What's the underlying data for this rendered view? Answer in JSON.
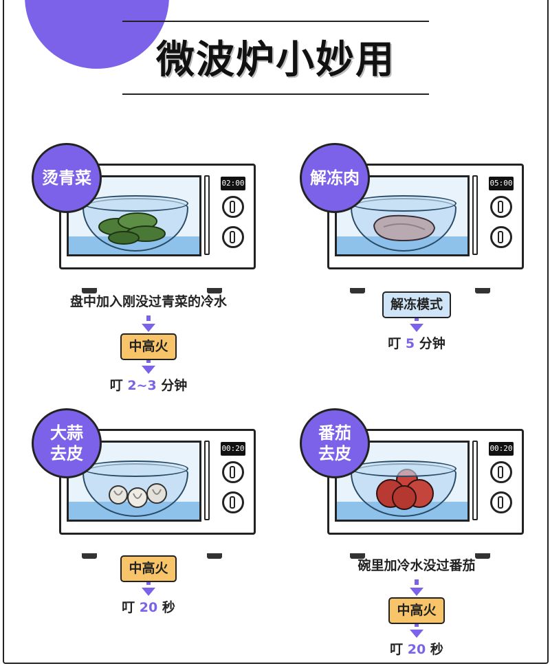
{
  "title": "微波炉小妙用",
  "cards": [
    {
      "label": "烫青菜",
      "timer": "02:00",
      "steps": [
        {
          "type": "text",
          "text": "盘中加入刚没过青菜的冷水"
        },
        {
          "type": "tag",
          "text": "中高火"
        },
        {
          "type": "time",
          "prefix": "叮 ",
          "value": "2~3",
          "suffix": " 分钟"
        }
      ]
    },
    {
      "label": "解冻肉",
      "timer": "05:00",
      "steps": [
        {
          "type": "tagblue",
          "text": "解冻模式"
        },
        {
          "type": "time",
          "prefix": "叮 ",
          "value": "5",
          "suffix": " 分钟"
        }
      ]
    },
    {
      "label": "大蒜去皮",
      "timer": "00:20",
      "steps": [
        {
          "type": "tag",
          "text": "中高火"
        },
        {
          "type": "time",
          "prefix": "叮 ",
          "value": "20",
          "suffix": " 秒"
        }
      ]
    },
    {
      "label": "番茄去皮",
      "timer": "00:20",
      "steps": [
        {
          "type": "text",
          "text": "碗里加冷水没过番茄"
        },
        {
          "type": "tag",
          "text": "中高火"
        },
        {
          "type": "time",
          "prefix": "叮 ",
          "value": "20",
          "suffix": " 秒"
        }
      ]
    }
  ],
  "colors": {
    "accent": "#7b62e8",
    "tag": "#f7c46a",
    "tag_blue": "#cfe5f7",
    "water": "#8ec2ea"
  }
}
